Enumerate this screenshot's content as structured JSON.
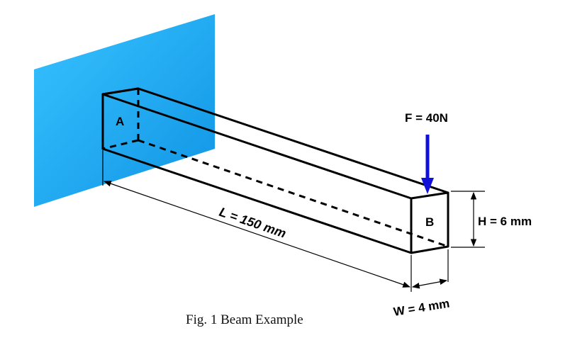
{
  "diagram": {
    "face_a_label": "A",
    "face_b_label": "B",
    "force_label": "F = 40N",
    "length_label": "L = 150 mm",
    "height_label": "H = 6 mm",
    "width_label": "W = 4 mm",
    "caption": "Fig. 1 Beam Example"
  },
  "colors": {
    "wall": "#1aa6ee",
    "force_arrow": "#1010d8",
    "lines": "#000000"
  }
}
